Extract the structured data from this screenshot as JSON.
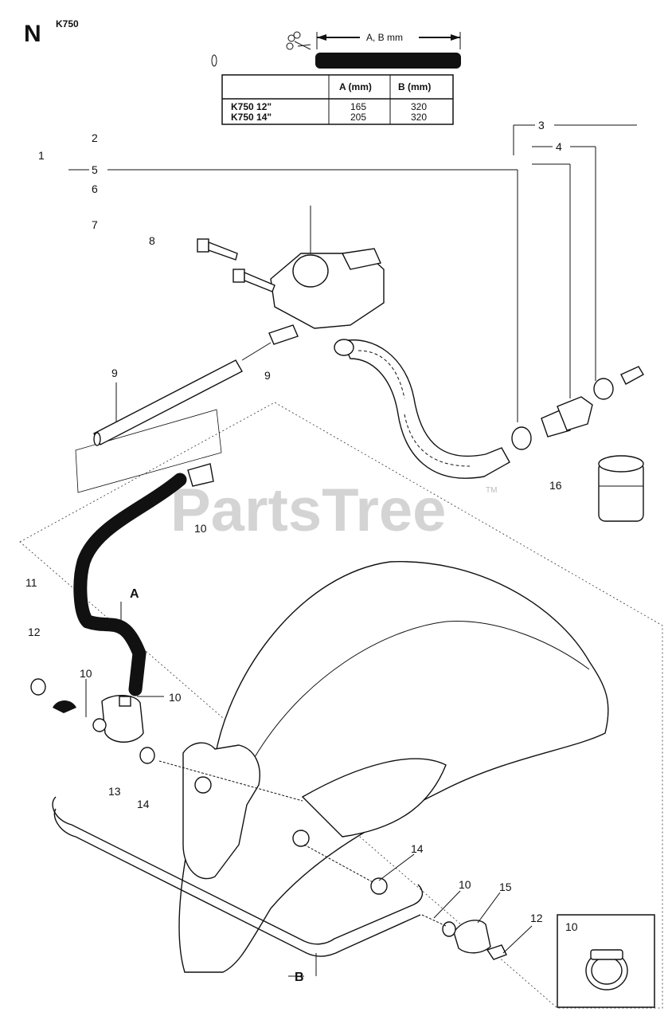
{
  "header": {
    "section_letter": "N",
    "model": "K750"
  },
  "dimension": {
    "label": "A, B mm"
  },
  "table": {
    "headers": [
      "",
      "A (mm)",
      "B (mm)"
    ],
    "rows": [
      {
        "model": "K750 12\"",
        "a": "165",
        "b": "320"
      },
      {
        "model": "K750 14\"",
        "a": "205",
        "b": "320"
      }
    ]
  },
  "callouts": {
    "c1": "1",
    "c2": "2",
    "c3": "3",
    "c4": "4",
    "c5": "5",
    "c6": "6",
    "c7": "7",
    "c8": "8",
    "c9a": "9",
    "c9b": "9",
    "c10a": "10",
    "c10b": "10",
    "c10c": "10",
    "c10d": "10",
    "c10e": "10",
    "c11": "11",
    "c12a": "12",
    "c12b": "12",
    "c13": "13",
    "c14a": "14",
    "c14b": "14",
    "c15": "15",
    "c16": "16",
    "ca": "A",
    "cb": "B"
  },
  "inset": {
    "label": "10"
  },
  "watermark": {
    "text": "PartsTree",
    "tm": "TM"
  }
}
